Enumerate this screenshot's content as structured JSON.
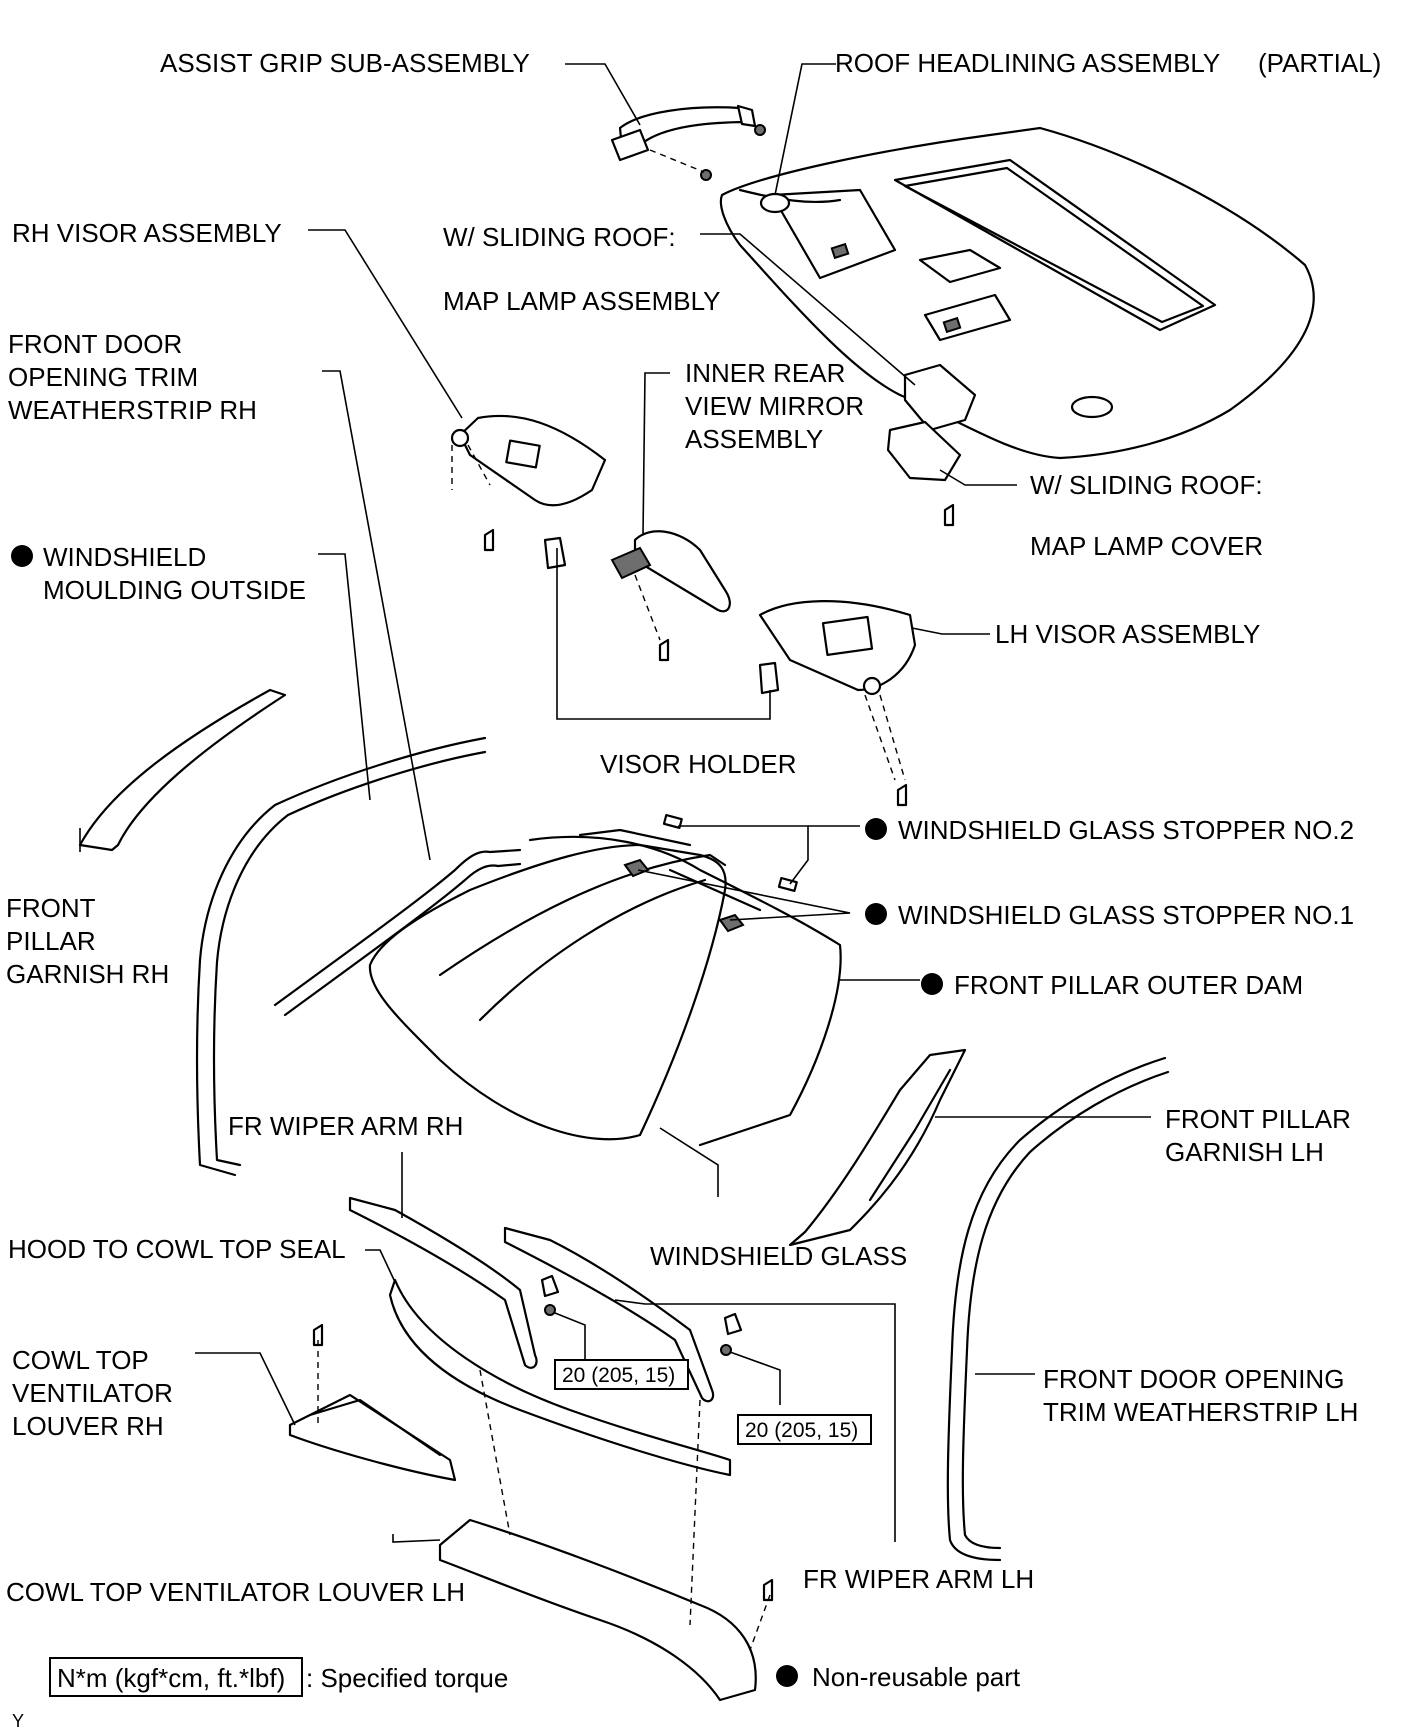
{
  "labels": {
    "assist_grip": "ASSIST GRIP SUB-ASSEMBLY",
    "roof_headlining": "ROOF HEADLINING ASSEMBLY",
    "roof_headlining_partial": "(PARTIAL)",
    "rh_visor": "RH VISOR ASSEMBLY",
    "sliding_roof_lamp_1": "W/ SLIDING ROOF:",
    "sliding_roof_lamp_2": "MAP LAMP ASSEMBLY",
    "front_door_trim_rh_1": "FRONT DOOR",
    "front_door_trim_rh_2": "OPENING TRIM",
    "front_door_trim_rh_3": "WEATHERSTRIP RH",
    "inner_mirror_1": "INNER REAR",
    "inner_mirror_2": "VIEW MIRROR",
    "inner_mirror_3": "ASSEMBLY",
    "sliding_roof_cover_1": "W/ SLIDING ROOF:",
    "sliding_roof_cover_2": "MAP LAMP COVER",
    "windshield_moulding_1": "WINDSHIELD",
    "windshield_moulding_2": "MOULDING OUTSIDE",
    "lh_visor": "LH VISOR ASSEMBLY",
    "visor_holder": "VISOR HOLDER",
    "stopper_no2": "WINDSHIELD GLASS STOPPER NO.2",
    "stopper_no1": "WINDSHIELD GLASS STOPPER NO.1",
    "front_pillar_rh_1": "FRONT",
    "front_pillar_rh_2": "PILLAR",
    "front_pillar_rh_3": "GARNISH RH",
    "outer_dam": "FRONT PILLAR OUTER DAM",
    "front_pillar_lh_1": "FRONT PILLAR",
    "front_pillar_lh_2": "GARNISH LH",
    "fr_wiper_rh": "FR WIPER ARM RH",
    "hood_seal": "HOOD TO COWL TOP SEAL",
    "windshield_glass": "WINDSHIELD GLASS",
    "cowl_louver_rh_1": "COWL TOP",
    "cowl_louver_rh_2": "VENTILATOR",
    "cowl_louver_rh_3": "LOUVER RH",
    "front_door_trim_lh_1": "FRONT DOOR OPENING",
    "front_door_trim_lh_2": "TRIM WEATHERSTRIP LH",
    "torque_rh": "20 (205, 15)",
    "torque_lh": "20 (205, 15)",
    "cowl_louver_lh": "COWL TOP VENTILATOR LOUVER LH",
    "fr_wiper_lh": "FR WIPER ARM LH"
  },
  "legend": {
    "torque_box": "N*m (kgf*cm, ft.*lbf)",
    "torque_desc": ": Specified torque",
    "nonreusable": "Non-reusable part"
  },
  "corner_mark": "Y"
}
